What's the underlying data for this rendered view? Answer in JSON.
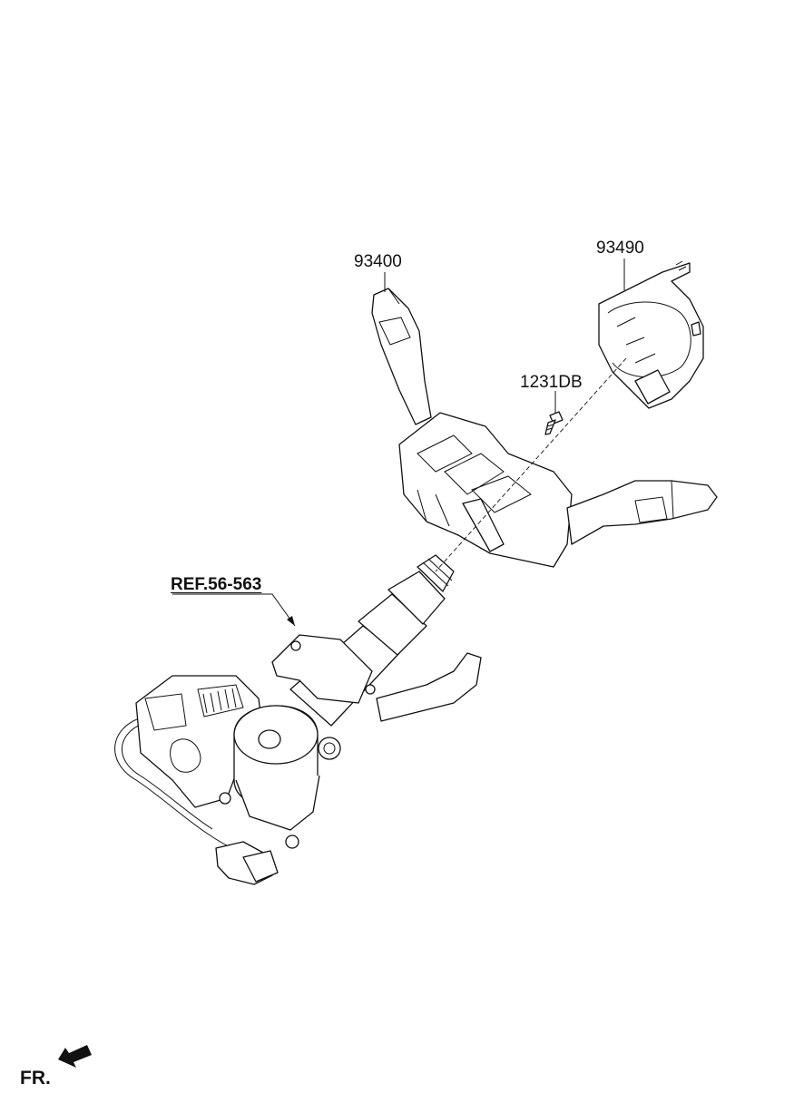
{
  "labels": {
    "turn_signal_switch": "93400",
    "clock_spring": "93490",
    "screw": "1231DB",
    "column_ref": "REF.56-563",
    "front_indicator": "FR."
  }
}
